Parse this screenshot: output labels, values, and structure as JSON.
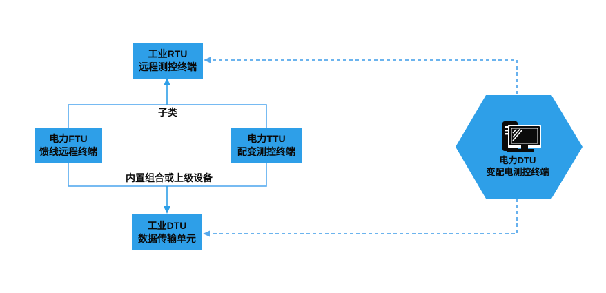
{
  "colors": {
    "node_fill": "#2e9fe8",
    "line": "#2e9fe8",
    "frame": "#55aaee",
    "dashed": "#57a9ec",
    "text_dark": "#0a0a0a",
    "background": "#ffffff"
  },
  "nodes": {
    "rtu": {
      "line1": "工业RTU",
      "line2": "远程测控终端"
    },
    "ftu": {
      "line1": "电力FTU",
      "line2": "馈线远程终端"
    },
    "ttu": {
      "line1": "电力TTU",
      "line2": "配变测控终端"
    },
    "industrial_dtu": {
      "line1": "工业DTU",
      "line2": "数据传输单元"
    },
    "power_dtu": {
      "line1": "电力DTU",
      "line2": "变配电测控终端"
    }
  },
  "edge_labels": {
    "top": "子类",
    "bottom": "内置组合或上级设备"
  },
  "icons": {
    "hexagon": "computer-terminal-icon"
  }
}
